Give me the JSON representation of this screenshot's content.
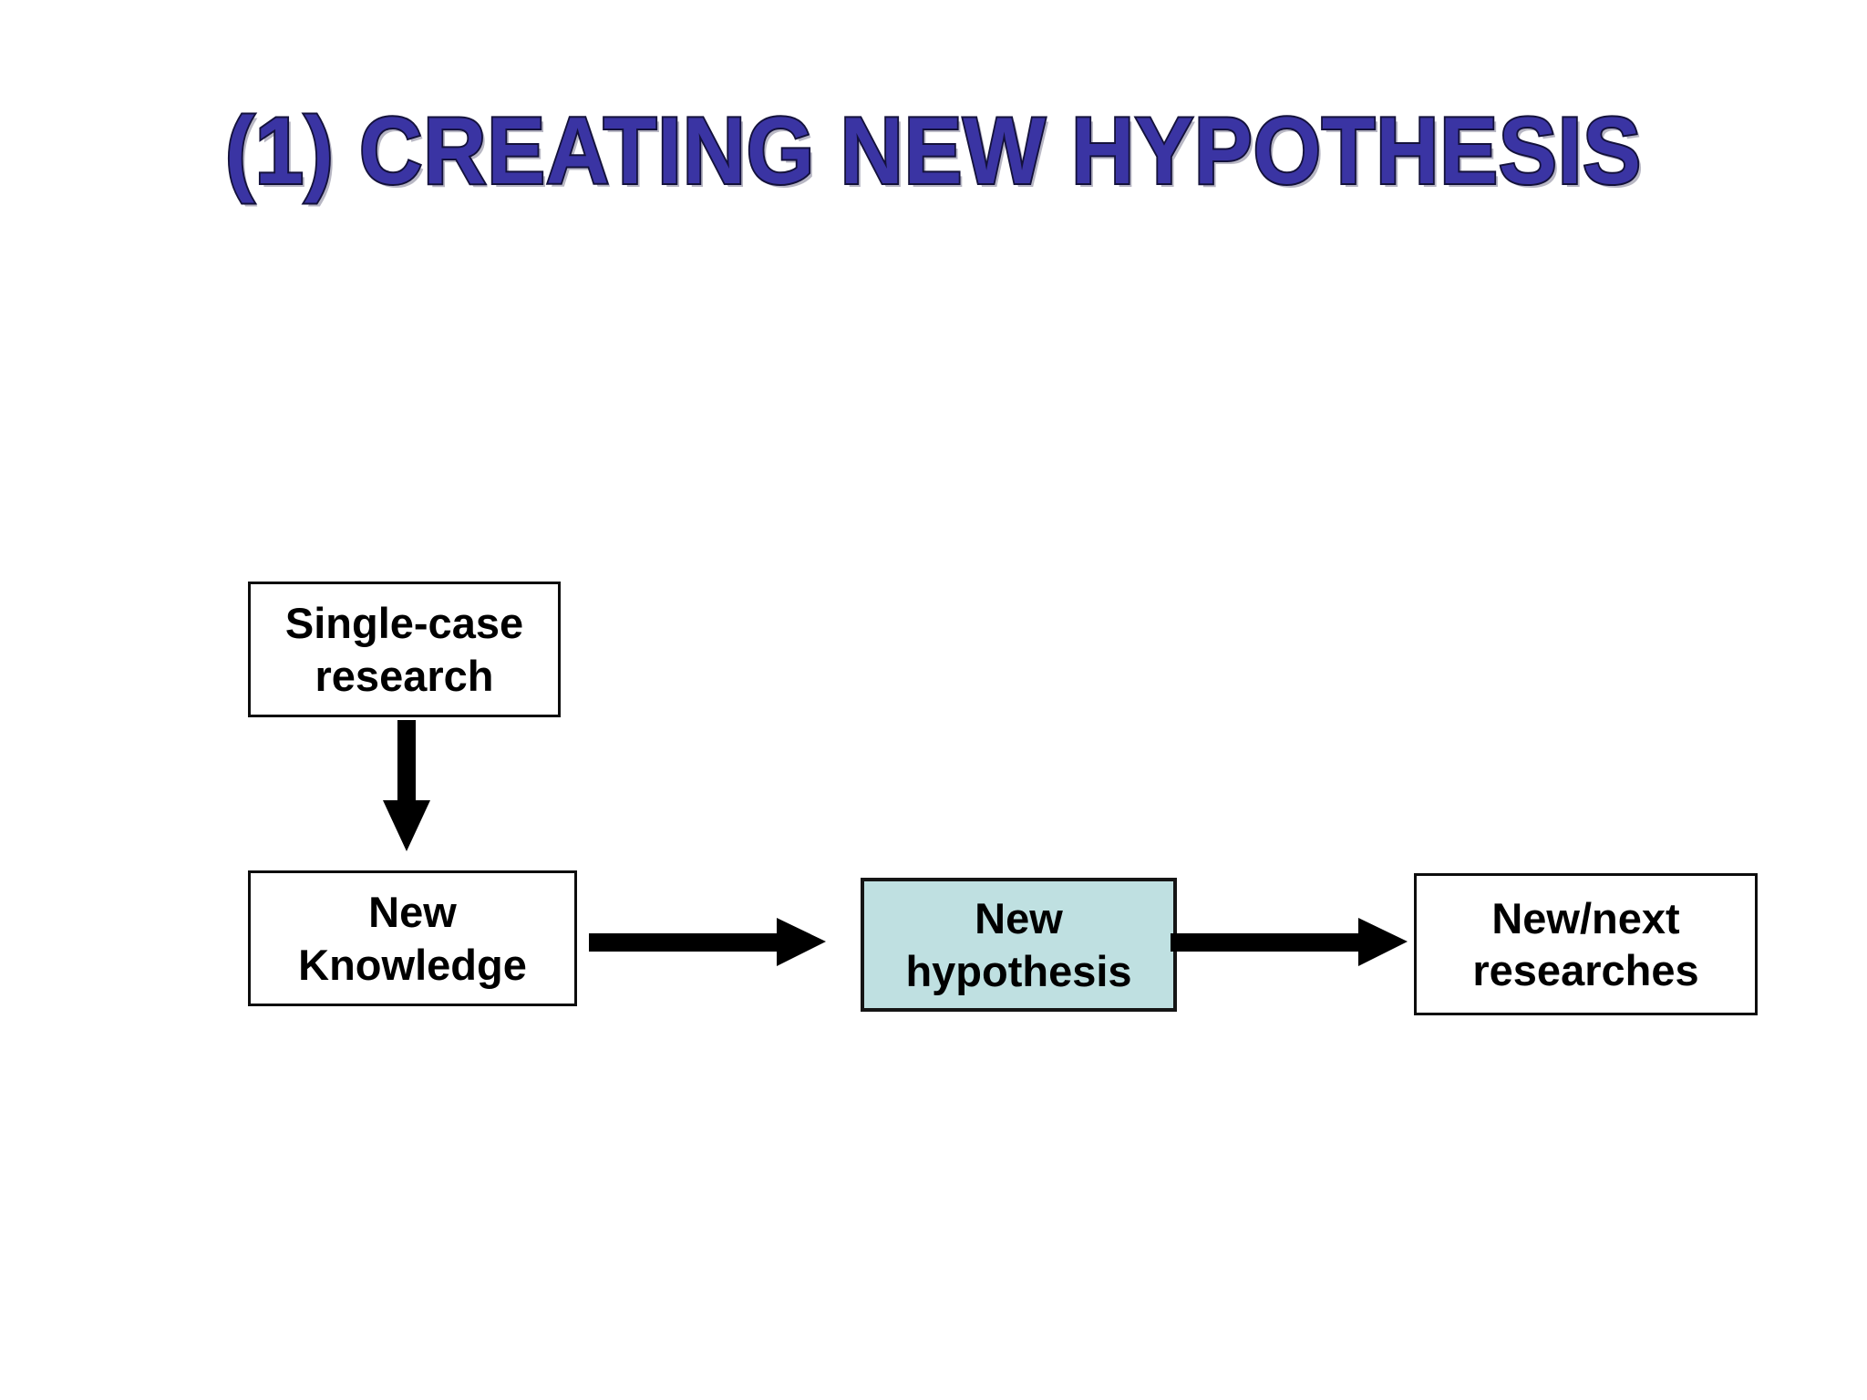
{
  "slide": {
    "title": "(1) CREATING NEW HYPOTHESIS",
    "title_color": "#3a34a3",
    "title_outline_color": "#14123c",
    "background_color": "#ffffff"
  },
  "diagram_data": {
    "type": "flowchart",
    "orientation": "left-to-right with one vertical step",
    "nodes": [
      {
        "id": "single-case-research",
        "label": "Single-case\nresearch",
        "line1": "Single-case",
        "line2": "research",
        "fill": "#ffffff",
        "border_color": "#0d0d0d",
        "highlighted": false
      },
      {
        "id": "new-knowledge",
        "label": "New\nKnowledge",
        "line1": "New",
        "line2": "Knowledge",
        "fill": "#ffffff",
        "border_color": "#0d0d0d",
        "highlighted": false
      },
      {
        "id": "new-hypothesis",
        "label": "New\nhypothesis",
        "line1": "New",
        "line2": "hypothesis",
        "fill": "#bfe0e1",
        "border_color": "#151515",
        "highlighted": true
      },
      {
        "id": "new-next-researches",
        "label": "New/next\nresearches",
        "line1": "New/next",
        "line2": "researches",
        "fill": "#ffffff",
        "border_color": "#0d0d0d",
        "highlighted": false
      }
    ],
    "edges": [
      {
        "id": "single-case-to-new-knowledge",
        "from": "single-case-research",
        "to": "new-knowledge",
        "direction": "down",
        "style": "solid-block-arrow",
        "color": "#000000"
      },
      {
        "id": "new-knowledge-to-new-hypothesis",
        "from": "new-knowledge",
        "to": "new-hypothesis",
        "direction": "right",
        "style": "solid-block-arrow",
        "color": "#000000"
      },
      {
        "id": "new-hypothesis-to-new-next-researches",
        "from": "new-hypothesis",
        "to": "new-next-researches",
        "direction": "right",
        "style": "solid-block-arrow",
        "color": "#000000"
      }
    ]
  }
}
